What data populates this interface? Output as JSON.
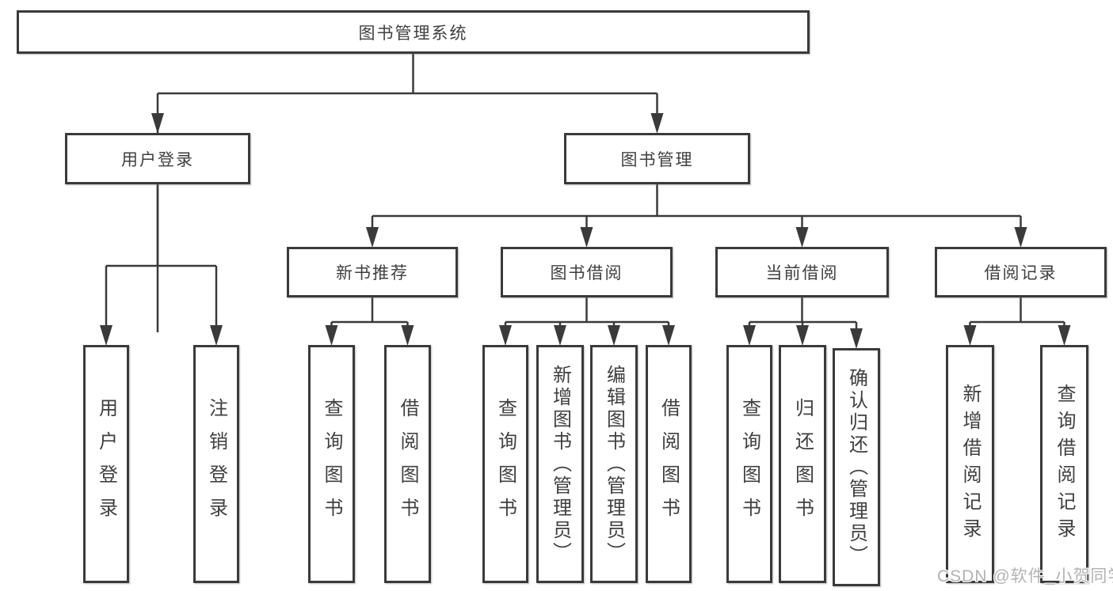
{
  "nodes": {
    "root": "图书管理系统",
    "user_login": "用户登录",
    "book_management": "图书管理",
    "new_book_recommend": "新书推荐",
    "book_borrowing": "图书借阅",
    "current_borrowing": "当前借阅",
    "borrowing_records": "借阅记录",
    "leaf_user_login": "用户登录",
    "leaf_logout_login": "注销登录",
    "leaf_query_books_recommend": "查询图书",
    "leaf_borrow_books_recommend": "借阅图书",
    "leaf_query_books_borrowing": "查询图书",
    "leaf_add_books_admin": "新增图书（管理员）",
    "leaf_edit_books_admin": "编辑图书（管理员）",
    "leaf_borrow_books_borrowing": "借阅图书",
    "leaf_query_books_current": "查询图书",
    "leaf_return_books": "归还图书",
    "leaf_confirm_return_admin": "确认归还（管理员）",
    "leaf_add_borrow_record": "新增借阅记录",
    "leaf_query_borrow_record": "查询借阅记录"
  },
  "watermark": "CSDN @软件_小贺同学",
  "colors": {
    "line": "#3a3a3a",
    "text": "#3f3f3f",
    "watermark": "#b3b3b3",
    "background": "#ffffff"
  }
}
